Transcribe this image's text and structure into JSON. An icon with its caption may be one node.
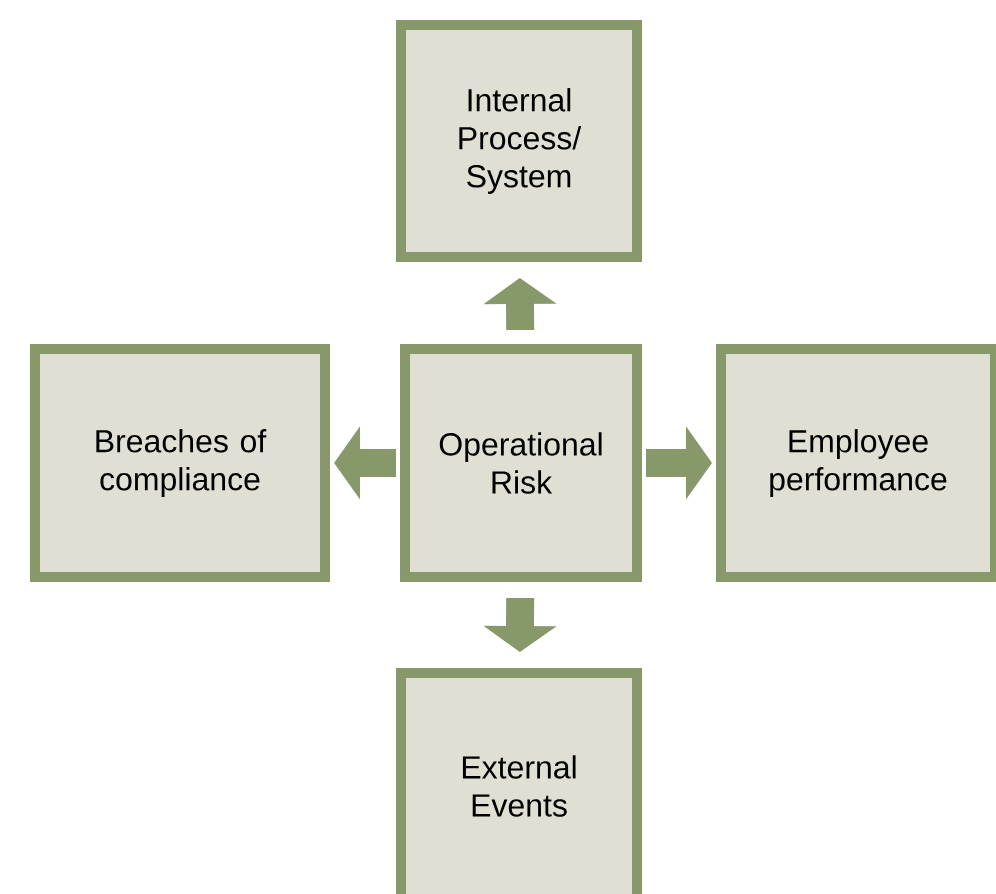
{
  "diagram": {
    "nodes": [
      {
        "text": [
          "Internal Process/ System"
        ]
      },
      {
        "text": [
          "Breaches of compliance"
        ]
      },
      {
        "text": [
          "Operational Risk"
        ]
      },
      {
        "text": [
          "Employee performance"
        ]
      },
      {
        "text": [
          "External Events"
        ]
      }
    ],
    "edges": [
      {
        "from": 2,
        "to": 0,
        "arrow": "to"
      },
      {
        "from": 2,
        "to": 1,
        "arrow": "to"
      },
      {
        "from": 2,
        "to": 3,
        "arrow": "to"
      },
      {
        "from": 2,
        "to": 4,
        "arrow": "to"
      }
    ]
  }
}
